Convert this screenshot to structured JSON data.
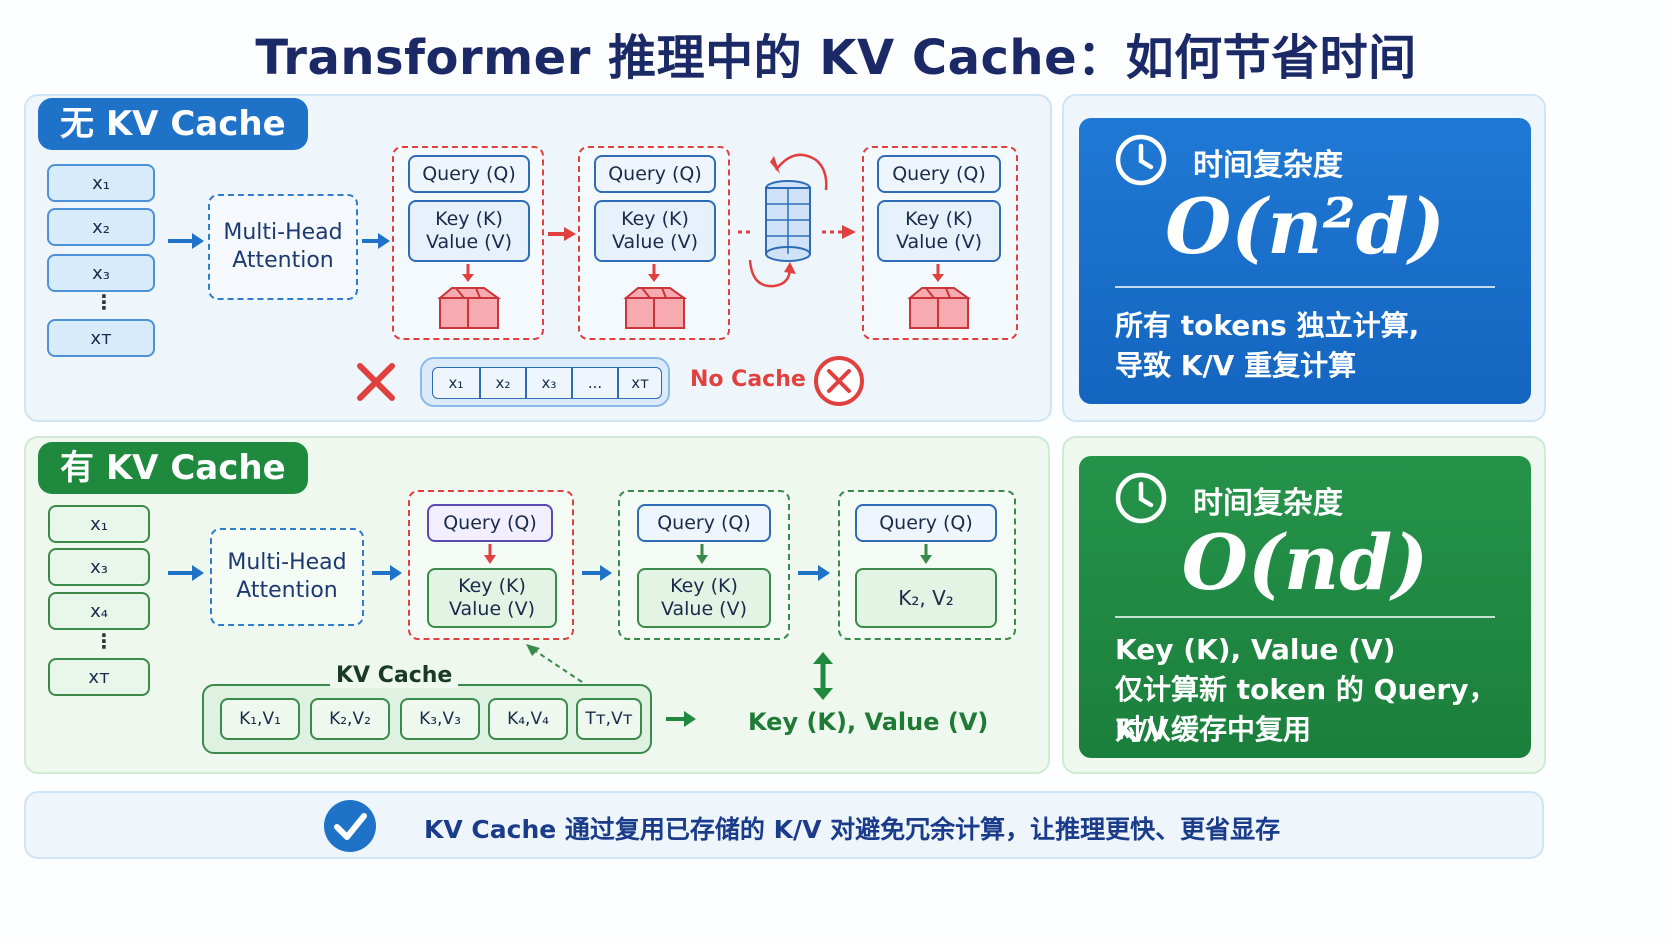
{
  "title": "Transformer 推理中的 KV Cache：如何节省时间",
  "no_cache": {
    "tag": "无  KV Cache",
    "tokens": [
      "x₁",
      "x₂",
      "x₃",
      "xᴛ"
    ],
    "mha": [
      "Multi-Head",
      "Attention"
    ],
    "query": "Query (Q)",
    "key": "Key (K)",
    "value": "Value (V)",
    "seq": [
      "x₁",
      "x₂",
      "x₃",
      "...",
      "xᴛ"
    ],
    "no_cache_label": "No Cache"
  },
  "with_cache": {
    "tag": "有  KV Cache",
    "tokens": [
      "x₁",
      "x₃",
      "x₄",
      "xᴛ"
    ],
    "mha": [
      "Multi-Head",
      "Attention"
    ],
    "query": "Query (Q)",
    "key": "Key (K)",
    "value": "Value (V)",
    "k2v2": "K₂,  V₂",
    "kv_cache_label": "KV Cache",
    "cache_cells": [
      "K₁,V₁",
      "K₂,V₂",
      "K₃,V₃",
      "K₄,V₄",
      "Tᴛ,Vᴛ"
    ],
    "reuse_label": "Key (K), Value (V)"
  },
  "complexity_no_cache": {
    "title": "时间复杂度",
    "formula": "O(n²d)",
    "lines": [
      "所有 tokens 独立计算,",
      "导致 K/V 重复计算"
    ]
  },
  "complexity_with_cache": {
    "title": "时间复杂度",
    "formula": "O(nd)",
    "lines": [
      "Key (K), Value (V)",
      "仅计算新 token 的 Query，K/V",
      "对从缓存中复用"
    ]
  },
  "bottom": "KV Cache 通过复用已存储的 K/V 对避免冗余计算，让推理更快、更省显存",
  "colors": {
    "blue": "#1e73c8",
    "green": "#1f8a3e",
    "red": "#e0413f"
  }
}
